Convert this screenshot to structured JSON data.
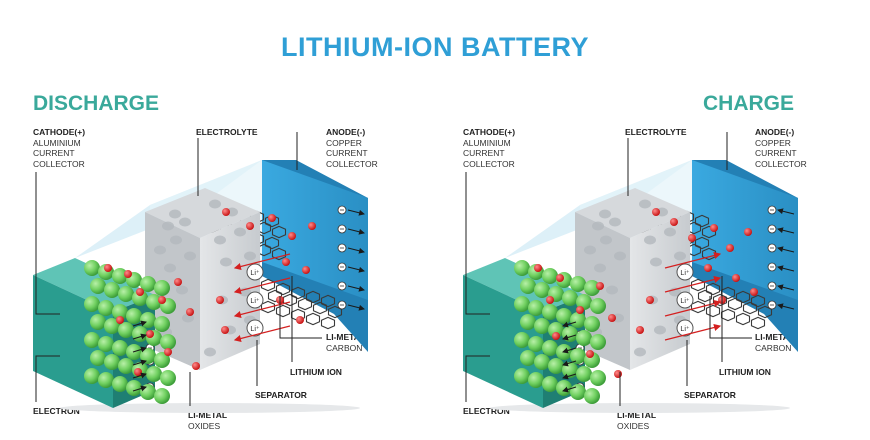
{
  "title": "LITHIUM-ION BATTERY",
  "colors": {
    "title": "#2f9fd6",
    "mode": "#3aa99b",
    "cathode": "#2a9d8f",
    "anode": "#2f9fd6",
    "lithium_ion": "#e02020",
    "oxide": "#6fcf5f"
  },
  "panels": [
    {
      "mode": "DISCHARGE",
      "labels": {
        "cathode_title": "CATHODE(+)",
        "cathode_sub": [
          "ALUMINIUM",
          "CURRENT",
          "COLLECTOR"
        ],
        "electrolyte": "ELECTROLYTE",
        "anode_title": "ANODE(-)",
        "anode_sub": [
          "COPPER",
          "CURRENT",
          "COLLECTOR"
        ],
        "li_metal_carbon_title": "LI-METAL",
        "li_metal_carbon_sub": "CARBON",
        "lithium_ion": "LITHIUM ION",
        "separator": "SEPARATOR",
        "electron": "ELECTRON",
        "li_metal_oxides_title": "LI-METAL",
        "li_metal_oxides_sub": "OXIDES"
      }
    },
    {
      "mode": "CHARGE",
      "labels": {
        "cathode_title": "CATHODE(+)",
        "cathode_sub": [
          "ALUMINIUM",
          "CURRENT",
          "COLLECTOR"
        ],
        "electrolyte": "ELECTROLYTE",
        "anode_title": "ANODE(-)",
        "anode_sub": [
          "COPPER",
          "CURRENT",
          "COLLECTOR"
        ],
        "li_metal_carbon_title": "LI-METAL",
        "li_metal_carbon_sub": "CARBON",
        "lithium_ion": "LITHIUM ION",
        "separator": "SEPARATOR",
        "electron": "ELECTRON",
        "li_metal_oxides_title": "LI-METAL",
        "li_metal_oxides_sub": "OXIDES"
      }
    }
  ],
  "li_marker": "Li⁺",
  "electron_marker": "e"
}
